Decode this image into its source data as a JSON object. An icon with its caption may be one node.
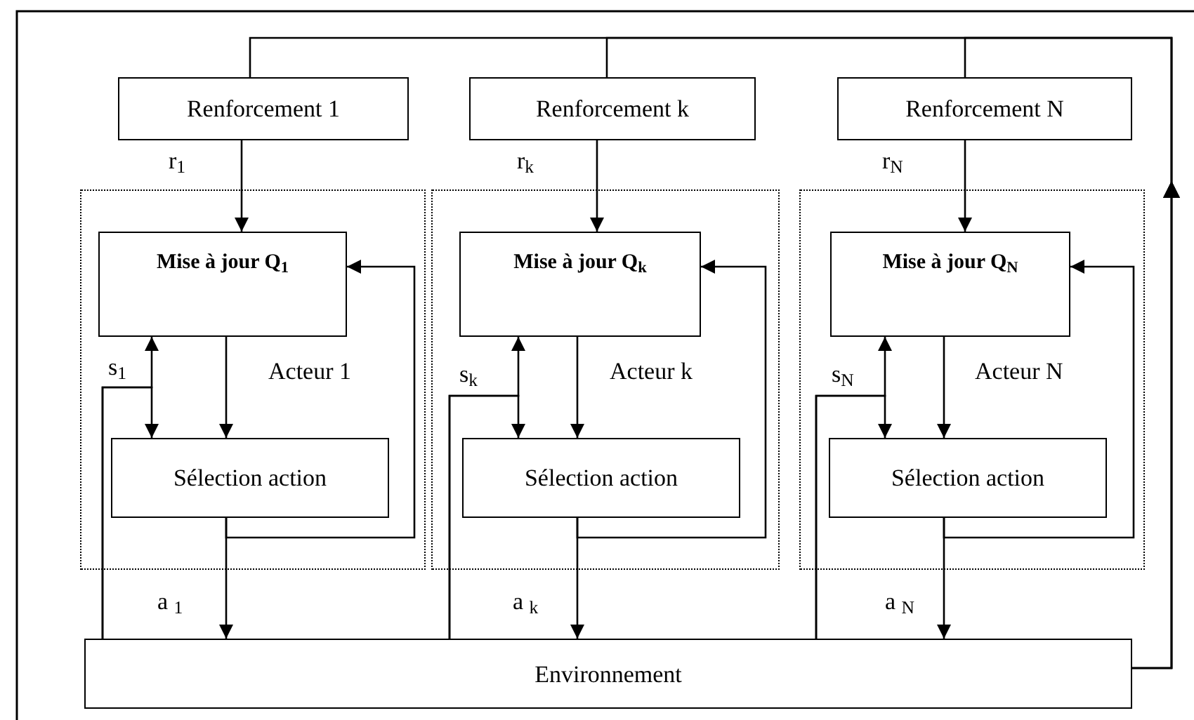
{
  "diagram": {
    "nodes": [
      {
        "text": [
          "Renforcement 1"
        ]
      },
      {
        "text": [
          "Acteur 1"
        ]
      },
      {
        "text": [
          "Mise à jour Q$_{1}$"
        ],
        "in": 1
      },
      {
        "text": [
          "Sélection action"
        ],
        "in": 1
      },
      {
        "text": [
          "Renforcement k"
        ]
      },
      {
        "text": [
          "Acteur k"
        ]
      },
      {
        "text": [
          "Mise à jour Q$_{k}$"
        ],
        "in": 5
      },
      {
        "text": [
          "Sélection action"
        ],
        "in": 5
      },
      {
        "text": [
          "Renforcement N"
        ]
      },
      {
        "text": [
          "Acteur N"
        ]
      },
      {
        "text": [
          "Mise à jour Q$_{N}$"
        ],
        "in": 9
      },
      {
        "text": [
          "Sélection action"
        ],
        "in": 9
      },
      {
        "text": [
          "Environnement"
        ]
      }
    ],
    "edges": [
      {
        "from": 12,
        "to": 0,
        "arrow": "to"
      },
      {
        "from": 0,
        "to": 2,
        "arrow": "to",
        "label": "r$_{1}$"
      },
      {
        "from": 2,
        "to": 3,
        "arrow": "to"
      },
      {
        "from": 12,
        "to": 2,
        "arrow": "to",
        "label": "s$_{1}$"
      },
      {
        "from": 12,
        "to": 3,
        "arrow": "to"
      },
      {
        "from": 3,
        "to": 2,
        "arrow": "to"
      },
      {
        "from": 3,
        "to": 12,
        "arrow": "to",
        "label": "a $_{1}$"
      },
      {
        "from": 12,
        "to": 4,
        "arrow": "to"
      },
      {
        "from": 4,
        "to": 6,
        "arrow": "to",
        "label": "r$_{k}$"
      },
      {
        "from": 6,
        "to": 7,
        "arrow": "to"
      },
      {
        "from": 12,
        "to": 6,
        "arrow": "to",
        "label": "s$_{k}$"
      },
      {
        "from": 12,
        "to": 7,
        "arrow": "to"
      },
      {
        "from": 7,
        "to": 6,
        "arrow": "to"
      },
      {
        "from": 7,
        "to": 12,
        "arrow": "to",
        "label": "a $_{k}$"
      },
      {
        "from": 12,
        "to": 8,
        "arrow": "to"
      },
      {
        "from": 8,
        "to": 10,
        "arrow": "to",
        "label": "r$_{N}$"
      },
      {
        "from": 10,
        "to": 11,
        "arrow": "to"
      },
      {
        "from": 12,
        "to": 10,
        "arrow": "to",
        "label": "s$_{N}$"
      },
      {
        "from": 12,
        "to": 11,
        "arrow": "to"
      },
      {
        "from": 11,
        "to": 10,
        "arrow": "to"
      },
      {
        "from": 11,
        "to": 12,
        "arrow": "to",
        "label": "a $_{N}$"
      }
    ]
  }
}
